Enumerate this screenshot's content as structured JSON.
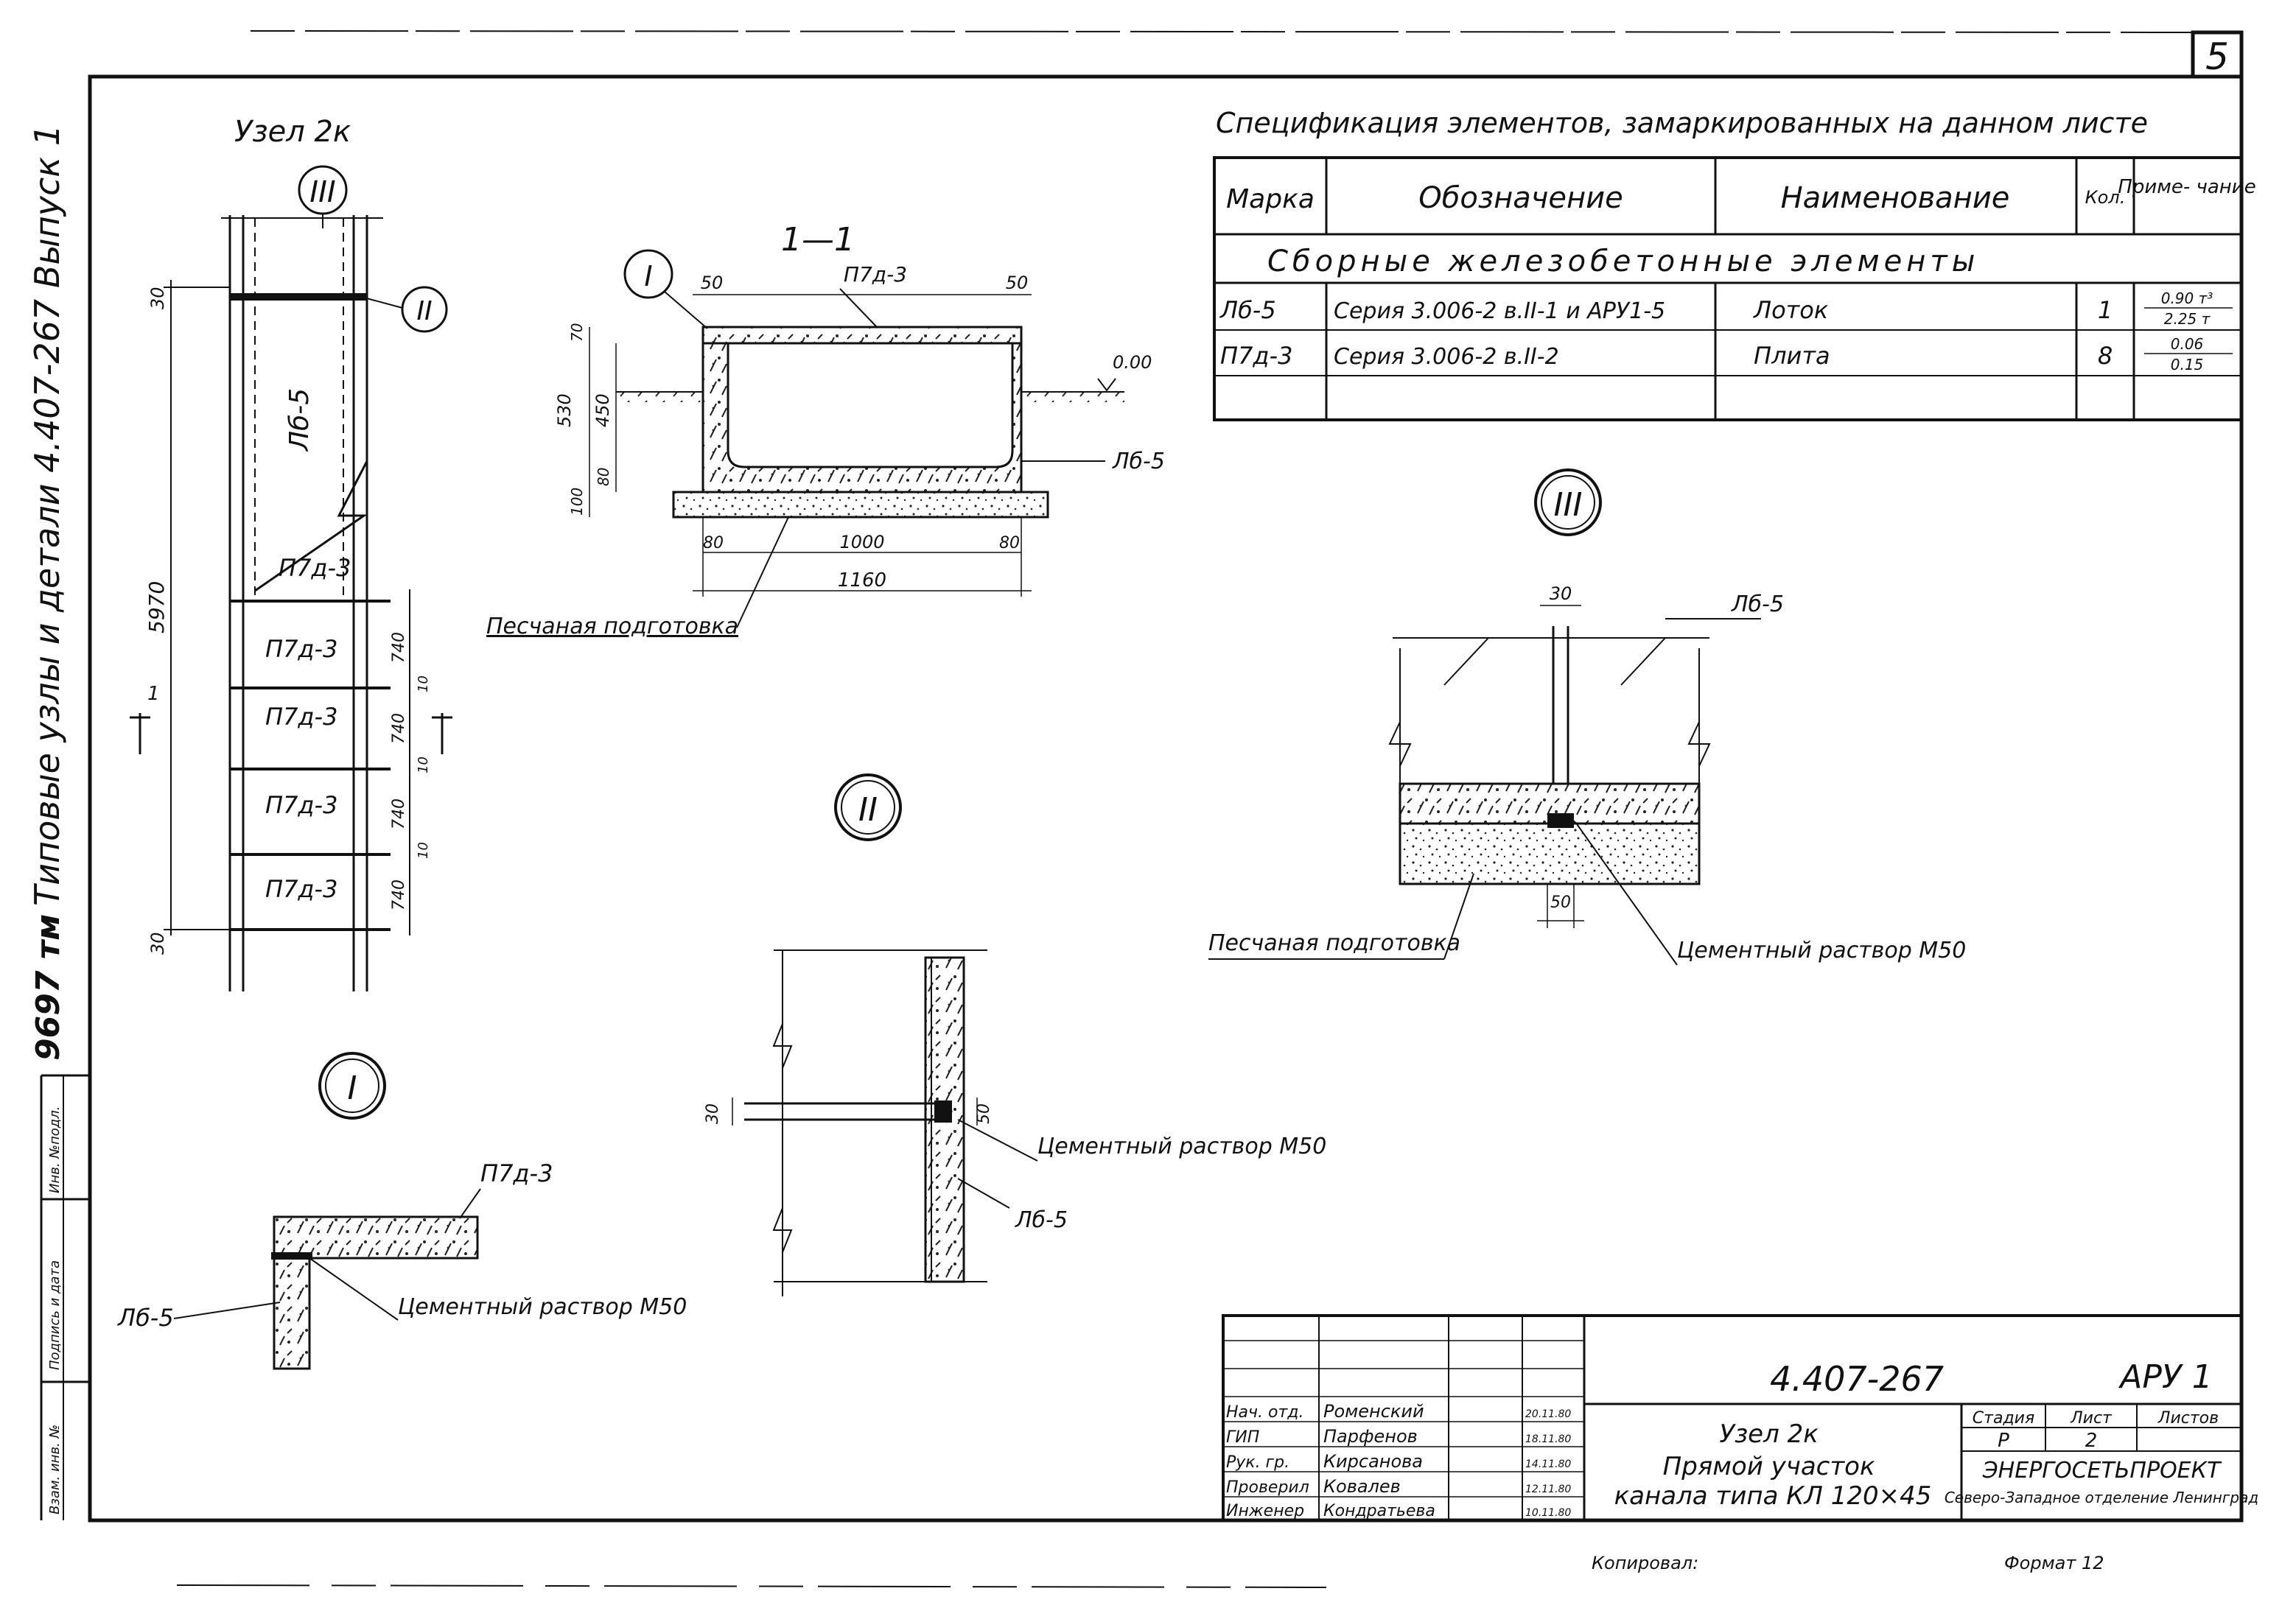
{
  "sheet_number": "5",
  "side_stamp": {
    "series_title": "Типовые узлы и детали 4.407-267 Выпуск 1",
    "archive_no": "9697 тм",
    "rotated_labels": [
      "Инв. №подл.",
      "Подпись и дата",
      "Взам. инв. №"
    ]
  },
  "node_title": "Узел 2к",
  "plan": {
    "callout_top": "III",
    "callout_right": "II",
    "tray_mark": "Лб-5",
    "slab_marks": [
      "П7д-3",
      "П7д-3",
      "П7д-3",
      "П7д-3",
      "П7д-3"
    ],
    "dim_total": "5970",
    "dim_top": "30",
    "dim_bottom": "30",
    "dim_slab": "740",
    "dim_gap": "10",
    "section_mark": "1"
  },
  "section": {
    "title": "1—1",
    "callout": "I",
    "slab_mark": "П7д-3",
    "tray_mark": "Лб-5",
    "level": "0.00",
    "dims": {
      "d50a": "50",
      "d50b": "50",
      "d70": "70",
      "d530": "530",
      "d450": "450",
      "d80": "80",
      "d100": "100",
      "d80l": "80",
      "d1000": "1000",
      "d80r": "80",
      "d1160": "1160"
    },
    "sand_label": "Песчаная подготовка"
  },
  "spec": {
    "title": "Спецификация элементов, замаркированных на данном листе",
    "headers": [
      "Марка",
      "Обозначение",
      "Наименование",
      "Кол.",
      "Приме-\nчание"
    ],
    "group": "Сборные железобетонные элементы",
    "rows": [
      {
        "mark": "Лб-5",
        "designation": "Серия 3.006-2 в.II-1 и АРУ1-5",
        "name": "Лоток",
        "qty": "1",
        "note_top": "0.90 т³",
        "note_bottom": "2.25 т"
      },
      {
        "mark": "П7д-3",
        "designation": "Серия 3.006-2 в.II-2",
        "name": "Плита",
        "qty": "8",
        "note_top": "0.06",
        "note_bottom": "0.15"
      },
      {
        "mark": "",
        "designation": "",
        "name": "",
        "qty": "",
        "note_top": "",
        "note_bottom": ""
      }
    ]
  },
  "detail_III": {
    "callout": "III",
    "tray_mark": "Лб-5",
    "dim_top": "30",
    "dim_bottom": "50",
    "sand_label": "Песчаная\nподготовка",
    "mortar_label": "Цементный\nраствор М50"
  },
  "detail_II": {
    "callout": "II",
    "dim_left": "30",
    "dim_right": "50",
    "mortar_label": "Цементный\nраствор М50",
    "tray_mark": "Лб-5"
  },
  "detail_I": {
    "callout": "I",
    "slab_mark": "П7д-3",
    "tray_mark": "Лб-5",
    "mortar_label": "Цементный\nраствор М50"
  },
  "title_block": {
    "doc_code": "4.407-267",
    "album": "АРУ 1",
    "staff": [
      {
        "role": "Нач. отд.",
        "name": "Роменский",
        "date": "20.11.80"
      },
      {
        "role": "ГИП",
        "name": "Парфенов",
        "date": "18.11.80"
      },
      {
        "role": "Рук. гр.",
        "name": "Кирсанова",
        "date": "14.11.80"
      },
      {
        "role": "Проверил",
        "name": "Ковалев",
        "date": "12.11.80"
      },
      {
        "role": "Инженер",
        "name": "Кондратьева",
        "date": "10.11.80"
      }
    ],
    "sheet_title": "Узел 2к\nПрямой участок\nканала типа КЛ 120×45",
    "stage_label": "Стадия",
    "sheet_label": "Лист",
    "sheets_label": "Листов",
    "stage": "Р",
    "sheet": "2",
    "org": "ЭНЕРГОСЕТЬПРОЕКТ",
    "org_dept": "Северо-Западное отделение\nЛенинград",
    "copied_by": "Копировал:",
    "format": "Формат 12"
  }
}
